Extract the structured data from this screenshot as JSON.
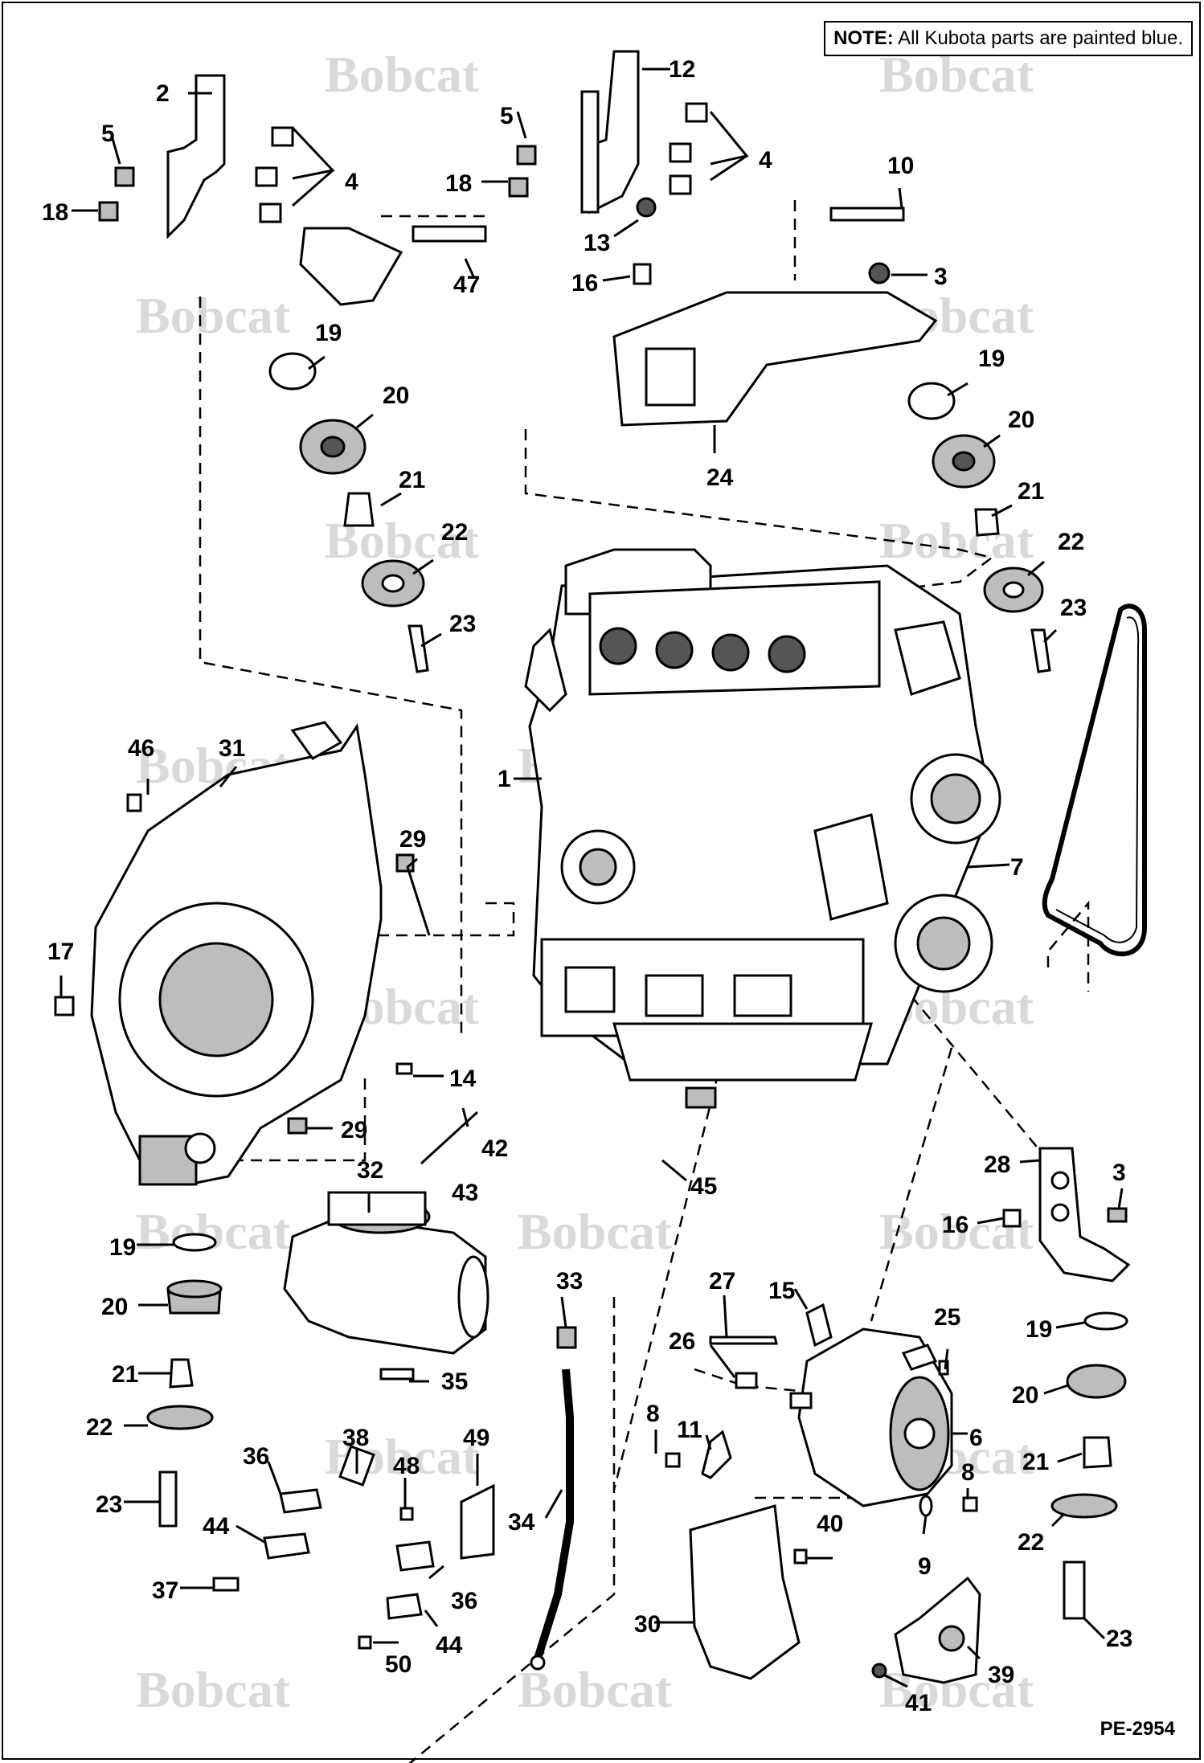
{
  "note": {
    "prefix": "NOTE:",
    "text": "All Kubota parts are painted blue."
  },
  "ref_code": "PE-2954",
  "watermark": "Bobcat",
  "labels": [
    "1",
    "2",
    "3",
    "3",
    "4",
    "4",
    "5",
    "5",
    "6",
    "7",
    "8",
    "8",
    "9",
    "10",
    "11",
    "12",
    "13",
    "14",
    "15",
    "16",
    "16",
    "17",
    "18",
    "18",
    "19",
    "19",
    "19",
    "19",
    "20",
    "20",
    "20",
    "20",
    "21",
    "21",
    "21",
    "21",
    "22",
    "22",
    "22",
    "22",
    "23",
    "23",
    "23",
    "23",
    "24",
    "25",
    "26",
    "27",
    "28",
    "29",
    "29",
    "30",
    "31",
    "32",
    "33",
    "34",
    "35",
    "36",
    "36",
    "37",
    "38",
    "39",
    "40",
    "41",
    "42",
    "43",
    "44",
    "44",
    "45",
    "46",
    "47",
    "48",
    "49",
    "50"
  ]
}
